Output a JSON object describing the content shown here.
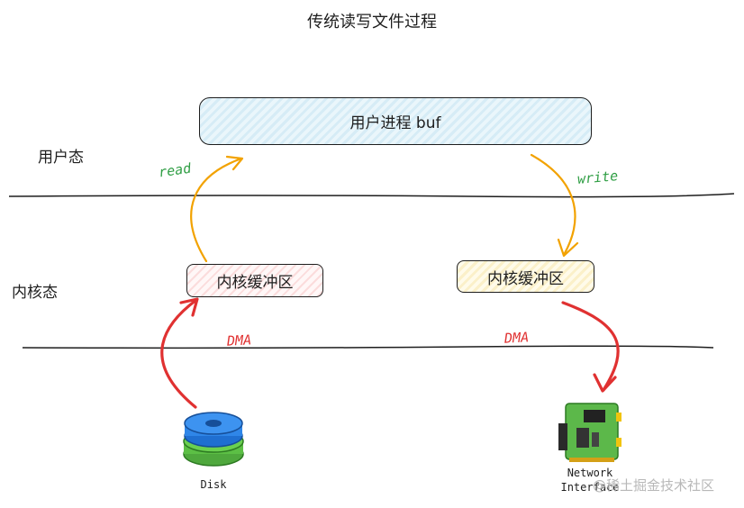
{
  "title": "传统读写文件过程",
  "zones": {
    "user": "用户态",
    "kernel": "内核态"
  },
  "boxes": {
    "user_buf": "用户进程 buf",
    "kernel_buf_left": "内核缓冲区",
    "kernel_buf_right": "内核缓冲区"
  },
  "arrows": {
    "read": "read",
    "write": "write",
    "dma_left": "DMA",
    "dma_right": "DMA"
  },
  "devices": {
    "disk": "Disk",
    "network_line1": "Network",
    "network_line2": "Interface"
  },
  "watermark": "@稀土掘金技术社区",
  "colors": {
    "read_write_arrow": "#f2a200",
    "dma_arrow": "#e03131",
    "label_green": "#2f9e44",
    "label_red": "#e03131"
  }
}
